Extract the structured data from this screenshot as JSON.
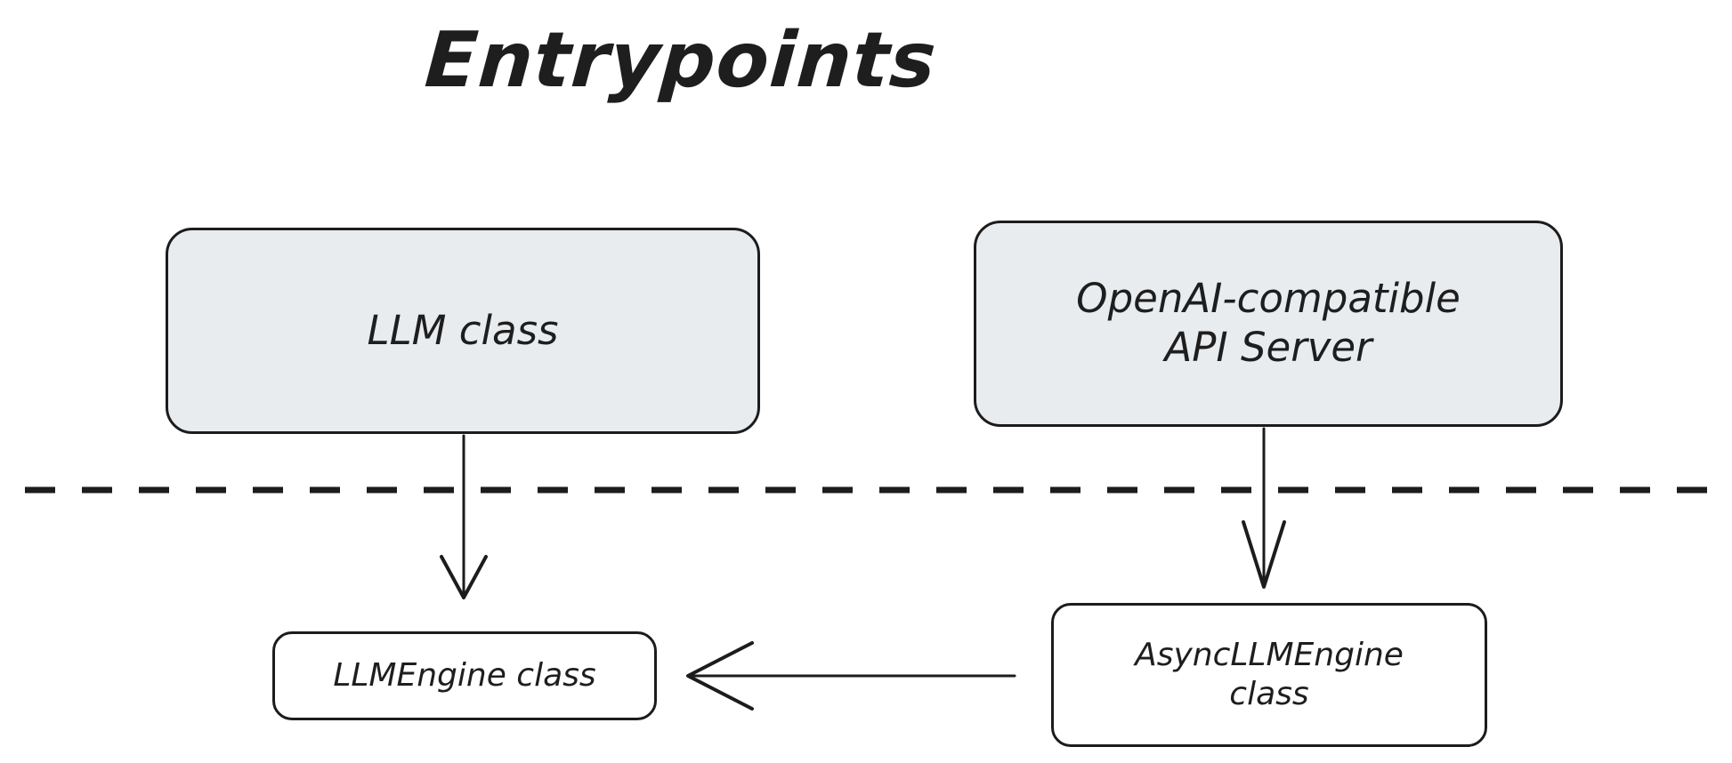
{
  "diagram": {
    "title": "Entrypoints",
    "background_color": "#ffffff",
    "stroke_color": "#1c1c1c",
    "node_fill_highlight": "#e8ecef",
    "node_fill_plain": "#ffffff",
    "nodes": [
      {
        "id": "llm-class",
        "label": "LLM class",
        "fill": "#e8ecef"
      },
      {
        "id": "openai-server",
        "label": "OpenAI-compatible\nAPI Server",
        "fill": "#e8ecef"
      },
      {
        "id": "llmengine-class",
        "label": "LLMEngine class",
        "fill": "#ffffff"
      },
      {
        "id": "asyncllmengine-class",
        "label": "AsyncLLMEngine\nclass",
        "fill": "#ffffff"
      }
    ],
    "edges": [
      {
        "from": "llm-class",
        "to": "llmengine-class",
        "direction": "down"
      },
      {
        "from": "openai-server",
        "to": "asyncllmengine-class",
        "direction": "down"
      },
      {
        "from": "asyncllmengine-class",
        "to": "llmengine-class",
        "direction": "left"
      }
    ],
    "divider": {
      "style": "dashed",
      "orientation": "horizontal"
    }
  }
}
